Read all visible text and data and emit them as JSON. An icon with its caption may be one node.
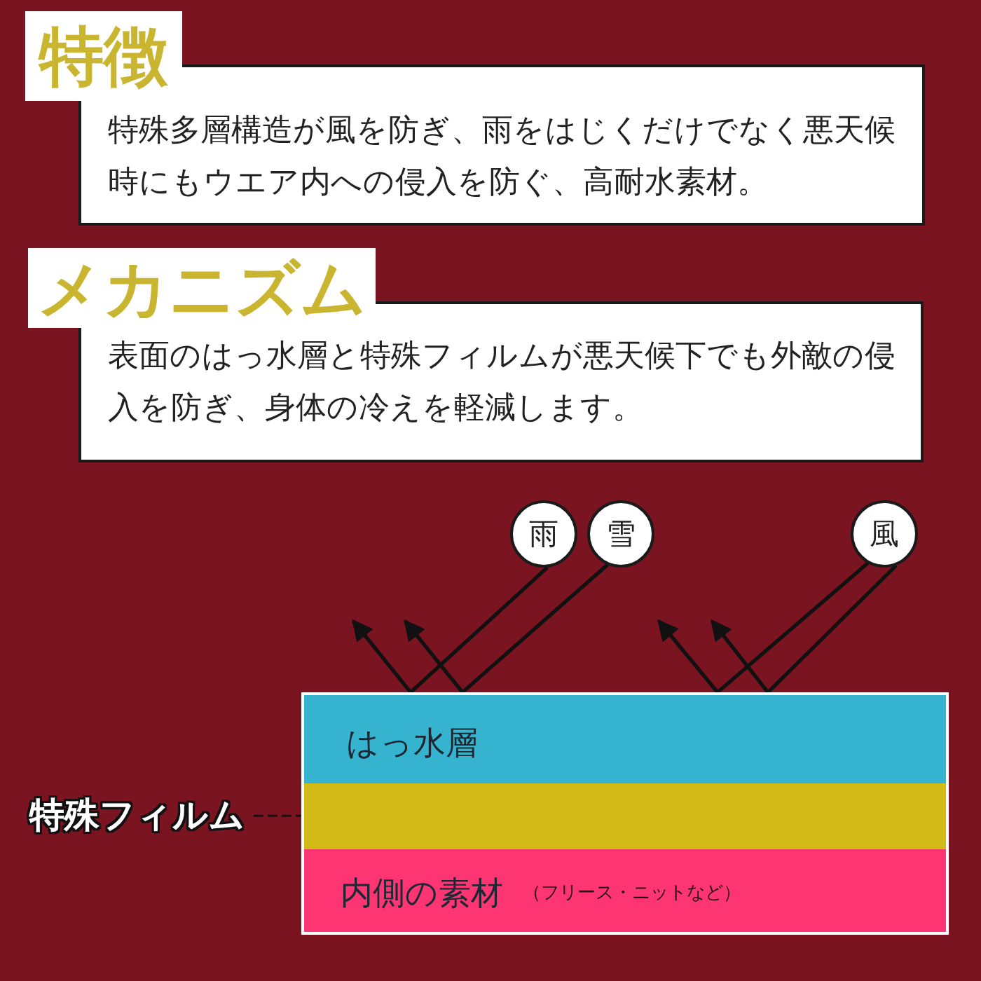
{
  "diagram": {
    "nodes": [
      {
        "text": [
          "特徴"
        ]
      },
      {
        "text": [
          "特殊多層構造が風を防ぎ、雨をはじくだけでなく悪天候時にもウエア内への侵入を防ぐ、高耐水素材。"
        ]
      },
      {
        "text": [
          "メカニズム"
        ]
      },
      {
        "text": [
          "表面のはっ水層と特殊フィルムが悪天候下でも外敵の侵入を防ぎ、身体の冷えを軽減します。"
        ]
      },
      {
        "text": [
          "雨"
        ]
      },
      {
        "text": [
          "雪"
        ]
      },
      {
        "text": [
          "風"
        ]
      },
      {
        "text": [],
        "shape": "box"
      },
      {
        "text": [
          "はっ水層"
        ],
        "in": 7
      },
      {
        "text": [],
        "shape": "bar",
        "in": 7
      },
      {
        "text": [
          "内側の素材",
          "（フリース・ニットなど）"
        ],
        "in": 7
      },
      {
        "text": [
          "特殊フィルム"
        ]
      }
    ],
    "edges": [
      {
        "from": 4,
        "to": null,
        "arrow": "to"
      },
      {
        "from": 5,
        "to": null,
        "arrow": "to"
      },
      {
        "from": 6,
        "to": null,
        "arrow": "to"
      },
      {
        "from": 6,
        "to": null,
        "arrow": "to"
      },
      {
        "from": 11,
        "to": 9,
        "arrow": "none",
        "style": "dashed"
      }
    ]
  }
}
